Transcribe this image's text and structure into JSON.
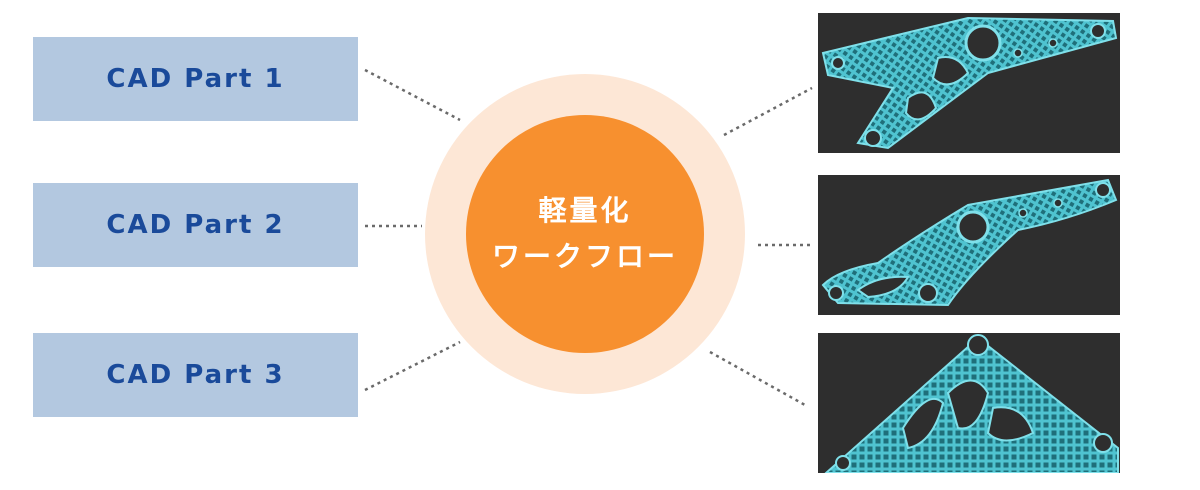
{
  "inputs": [
    {
      "label": "CAD Part 1"
    },
    {
      "label": "CAD Part 2"
    },
    {
      "label": "CAD Part 3"
    }
  ],
  "hub": {
    "line1": "軽量化",
    "line2": "ワークフロー"
  },
  "outputs": [
    {
      "icon": "lattice-bracket-arm"
    },
    {
      "icon": "lattice-bracket-link"
    },
    {
      "icon": "lattice-bracket-triangle"
    }
  ],
  "colors": {
    "input_box": "#b3c8e0",
    "input_text": "#1a4a9a",
    "hub_outer": "#fde7d6",
    "hub_inner": "#f7902f",
    "hub_text": "#ffffff",
    "connector": "#6a6a6a",
    "part_background": "#2e2e2e",
    "part_lattice": "#4fc3d0"
  }
}
